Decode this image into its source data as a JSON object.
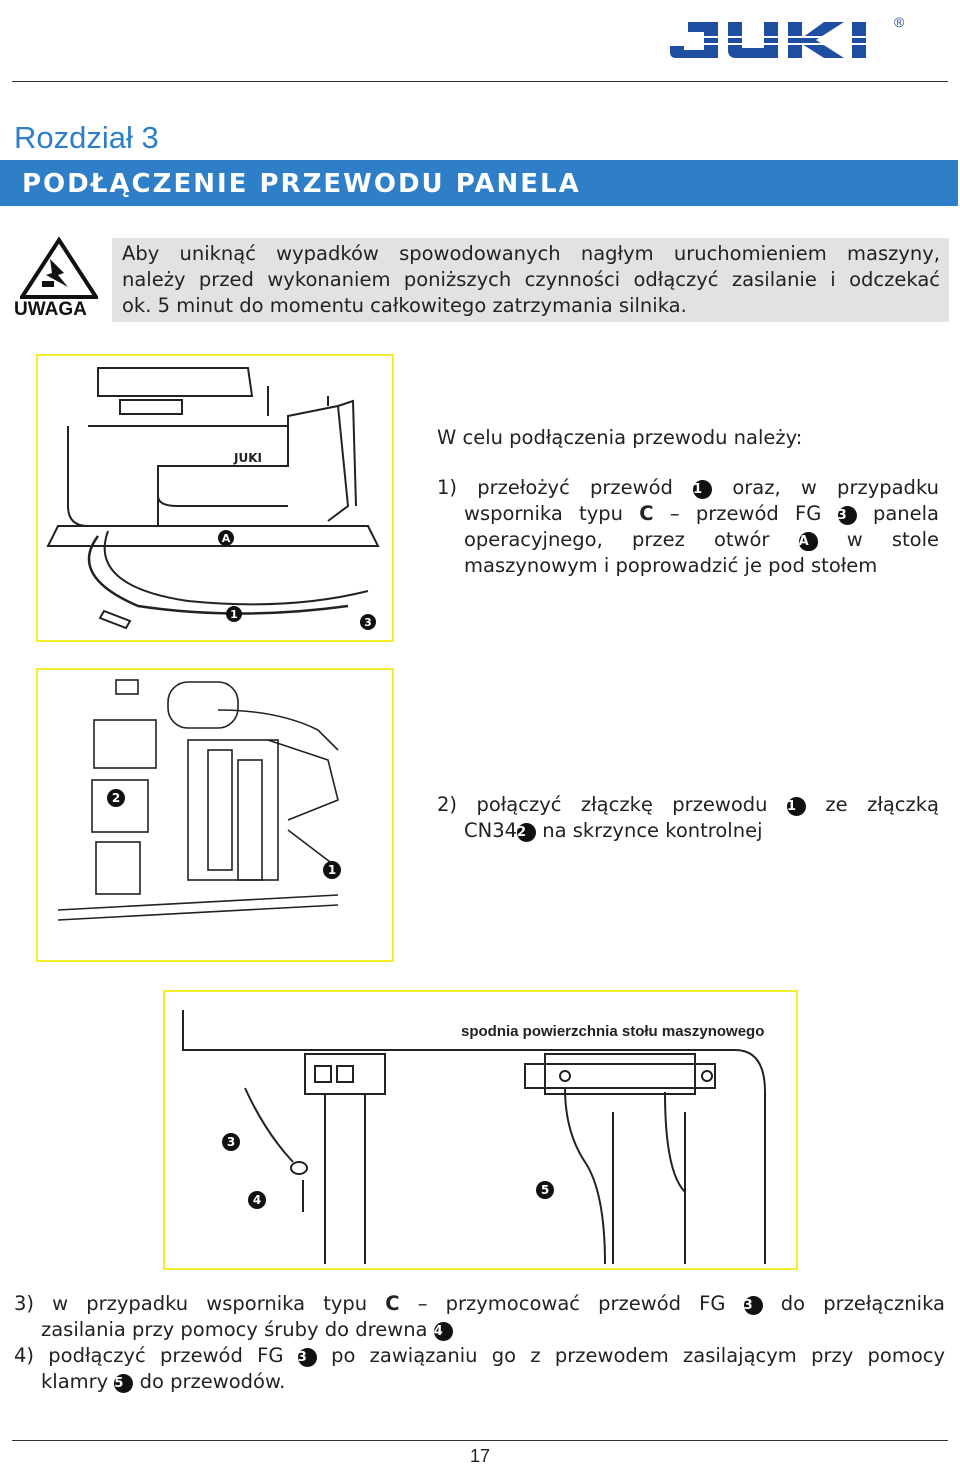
{
  "brand": "JUKI",
  "brand_reg": "®",
  "chapter_title": "Rozdział 3",
  "section_title": "PODŁĄCZENIE PRZEWODU PANELA",
  "warning": {
    "label": "UWAGA",
    "lines": [
      "Aby uniknąć wypadków spowodowanych nagłym uruchomieniem maszyny,",
      "należy przed wykonaniem poniższych czynności odłączyć zasilanie i odczekać",
      "ok. 5 minut do momentu całkowitego zatrzymania silnika."
    ]
  },
  "figure1": {
    "machine_label": "JUKI",
    "markers": [
      "A",
      "1",
      "3"
    ]
  },
  "figure2": {
    "markers": [
      "2",
      "1"
    ]
  },
  "figure3": {
    "caption": "spodnia powierzchnia stołu maszynowego",
    "markers": [
      "3",
      "4",
      "5"
    ]
  },
  "step_intro": "W celu podłączenia przewodu należy:",
  "step1": {
    "l1_a": "1) przełożyć przewód",
    "l1_b": "oraz, w przypadku",
    "l2_a": "wspornika typu",
    "l2_b": "C",
    "l2_c": "– przewód FG",
    "l2_d": "panela",
    "l3_a": "operacyjnego, przez otwór",
    "l3_b": "w stole",
    "l4": "maszynowym i poprowadzić je pod stołem"
  },
  "step2": {
    "l1_a": "2) połączyć złączkę przewodu",
    "l1_b": "ze złączką",
    "l2_a": "CN34",
    "l2_b": "na skrzynce kontrolnej"
  },
  "step3": {
    "l1_a": "3) w przypadku wspornika typu",
    "l1_b": "C",
    "l1_c": "– przymocować przewód FG",
    "l1_d": "do przełącznika",
    "l2": "zasilania przy pomocy śruby do drewna"
  },
  "step4": {
    "l1_a": "4) podłączyć przewód FG",
    "l1_b": "po zawiązaniu go z przewodem zasilającym przy pomocy",
    "l2_a": "klamry",
    "l2_b": "do przewodów."
  },
  "badges": {
    "one": "1",
    "two": "2",
    "three": "3",
    "four": "4",
    "five": "5",
    "a": "A"
  },
  "page_number": "17",
  "colors": {
    "accent": "#2f7fc8",
    "figure_border": "#f5ee2a",
    "warning_bg": "#e2e2e2",
    "logo": "#1f4fa0"
  }
}
